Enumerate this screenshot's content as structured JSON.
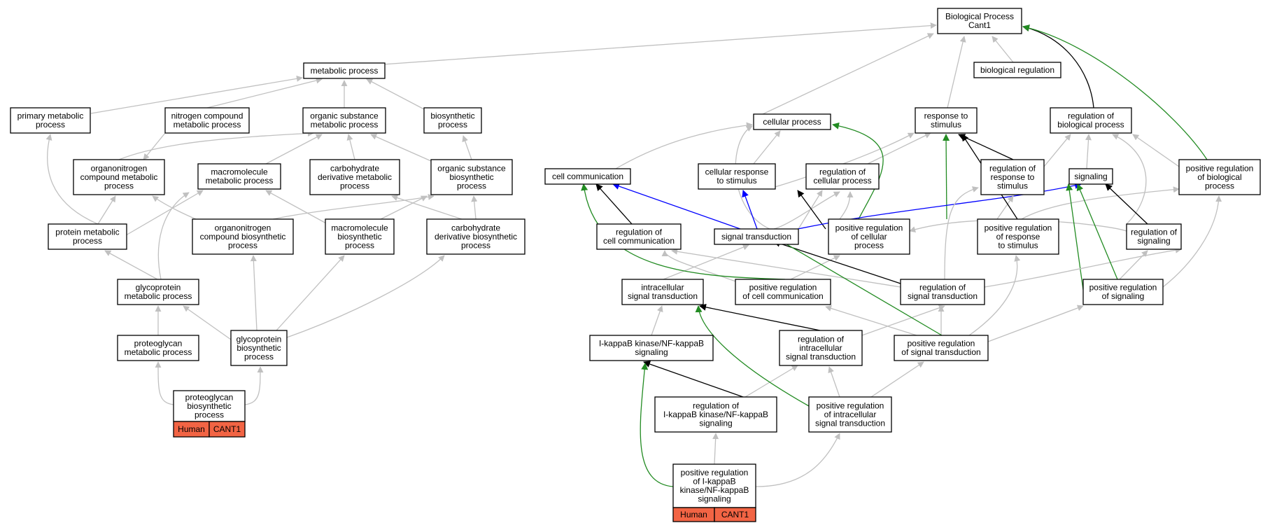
{
  "colors": {
    "is_a": "#c0c0c0",
    "part_of": "#000000",
    "positively_regulates": "#228b22",
    "regulates": "#0000ff",
    "annotation_tag": "#f26444"
  },
  "nodes": [
    {
      "id": "bp",
      "lines": [
        "Biological Process",
        "Cant1"
      ]
    },
    {
      "id": "metabolic",
      "lines": [
        "metabolic process"
      ]
    },
    {
      "id": "bioreg",
      "lines": [
        "biological regulation"
      ]
    },
    {
      "id": "primary",
      "lines": [
        "primary metabolic",
        "process"
      ]
    },
    {
      "id": "nitrogen",
      "lines": [
        "nitrogen compound",
        "metabolic process"
      ]
    },
    {
      "id": "orgsubmet",
      "lines": [
        "organic substance",
        "metabolic process"
      ]
    },
    {
      "id": "biosyn",
      "lines": [
        "biosynthetic",
        "process"
      ]
    },
    {
      "id": "cellular",
      "lines": [
        "cellular process"
      ]
    },
    {
      "id": "response",
      "lines": [
        "response to",
        "stimulus"
      ]
    },
    {
      "id": "regbio",
      "lines": [
        "regulation of",
        "biological process"
      ]
    },
    {
      "id": "orgnitmet",
      "lines": [
        "organonitrogen",
        "compound metabolic",
        "process"
      ]
    },
    {
      "id": "macromet",
      "lines": [
        "macromolecule",
        "metabolic process"
      ]
    },
    {
      "id": "carbmet",
      "lines": [
        "carbohydrate",
        "derivative metabolic",
        "process"
      ]
    },
    {
      "id": "orgsubbio",
      "lines": [
        "organic substance",
        "biosynthetic",
        "process"
      ]
    },
    {
      "id": "cellcomm",
      "lines": [
        "cell communication"
      ]
    },
    {
      "id": "cellresp",
      "lines": [
        "cellular response",
        "to stimulus"
      ]
    },
    {
      "id": "regcell",
      "lines": [
        "regulation of",
        "cellular process"
      ]
    },
    {
      "id": "regresp",
      "lines": [
        "regulation of",
        "response to",
        "stimulus"
      ]
    },
    {
      "id": "signaling",
      "lines": [
        "signaling"
      ]
    },
    {
      "id": "posregbio",
      "lines": [
        "positive regulation",
        "of biological",
        "process"
      ]
    },
    {
      "id": "protmet",
      "lines": [
        "protein metabolic",
        "process"
      ]
    },
    {
      "id": "orgnitbio",
      "lines": [
        "organonitrogen",
        "compound biosynthetic",
        "process"
      ]
    },
    {
      "id": "macrobio",
      "lines": [
        "macromolecule",
        "biosynthetic",
        "process"
      ]
    },
    {
      "id": "carbbio",
      "lines": [
        "carbohydrate",
        "derivative biosynthetic",
        "process"
      ]
    },
    {
      "id": "regcellcomm",
      "lines": [
        "regulation of",
        "cell communication"
      ]
    },
    {
      "id": "sigtrans",
      "lines": [
        "signal transduction"
      ]
    },
    {
      "id": "posregcell",
      "lines": [
        "positive regulation",
        "of cellular",
        "process"
      ]
    },
    {
      "id": "posregresp",
      "lines": [
        "positive regulation",
        "of response",
        "to stimulus"
      ]
    },
    {
      "id": "regsig",
      "lines": [
        "regulation of",
        "signaling"
      ]
    },
    {
      "id": "glycomet",
      "lines": [
        "glycoprotein",
        "metabolic process"
      ]
    },
    {
      "id": "intrasig",
      "lines": [
        "intracellular",
        "signal transduction"
      ]
    },
    {
      "id": "posregcellcomm",
      "lines": [
        "positive regulation",
        "of cell communication"
      ]
    },
    {
      "id": "regsigtrans",
      "lines": [
        "regulation of",
        "signal transduction"
      ]
    },
    {
      "id": "posregsig",
      "lines": [
        "positive regulation",
        "of signaling"
      ]
    },
    {
      "id": "proteomet",
      "lines": [
        "proteoglycan",
        "metabolic process"
      ]
    },
    {
      "id": "glycobio",
      "lines": [
        "glycoprotein",
        "biosynthetic",
        "process"
      ]
    },
    {
      "id": "ikk",
      "lines": [
        "I-kappaB kinase/NF-kappaB",
        "signaling"
      ]
    },
    {
      "id": "regintra",
      "lines": [
        "regulation of",
        "intracellular",
        "signal transduction"
      ]
    },
    {
      "id": "posregsigtrans",
      "lines": [
        "positive regulation",
        "of signal transduction"
      ]
    },
    {
      "id": "proteobio",
      "lines": [
        "proteoglycan",
        "biosynthetic",
        "process"
      ],
      "tags": [
        "Human",
        "CANT1"
      ]
    },
    {
      "id": "regikk",
      "lines": [
        "regulation of",
        "I-kappaB kinase/NF-kappaB",
        "signaling"
      ]
    },
    {
      "id": "posregintra",
      "lines": [
        "positive regulation",
        "of intracellular",
        "signal transduction"
      ]
    },
    {
      "id": "posregikk",
      "lines": [
        "positive regulation",
        "of I-kappaB",
        "kinase/NF-kappaB",
        "signaling"
      ],
      "tags": [
        "Human",
        "CANT1"
      ]
    }
  ]
}
